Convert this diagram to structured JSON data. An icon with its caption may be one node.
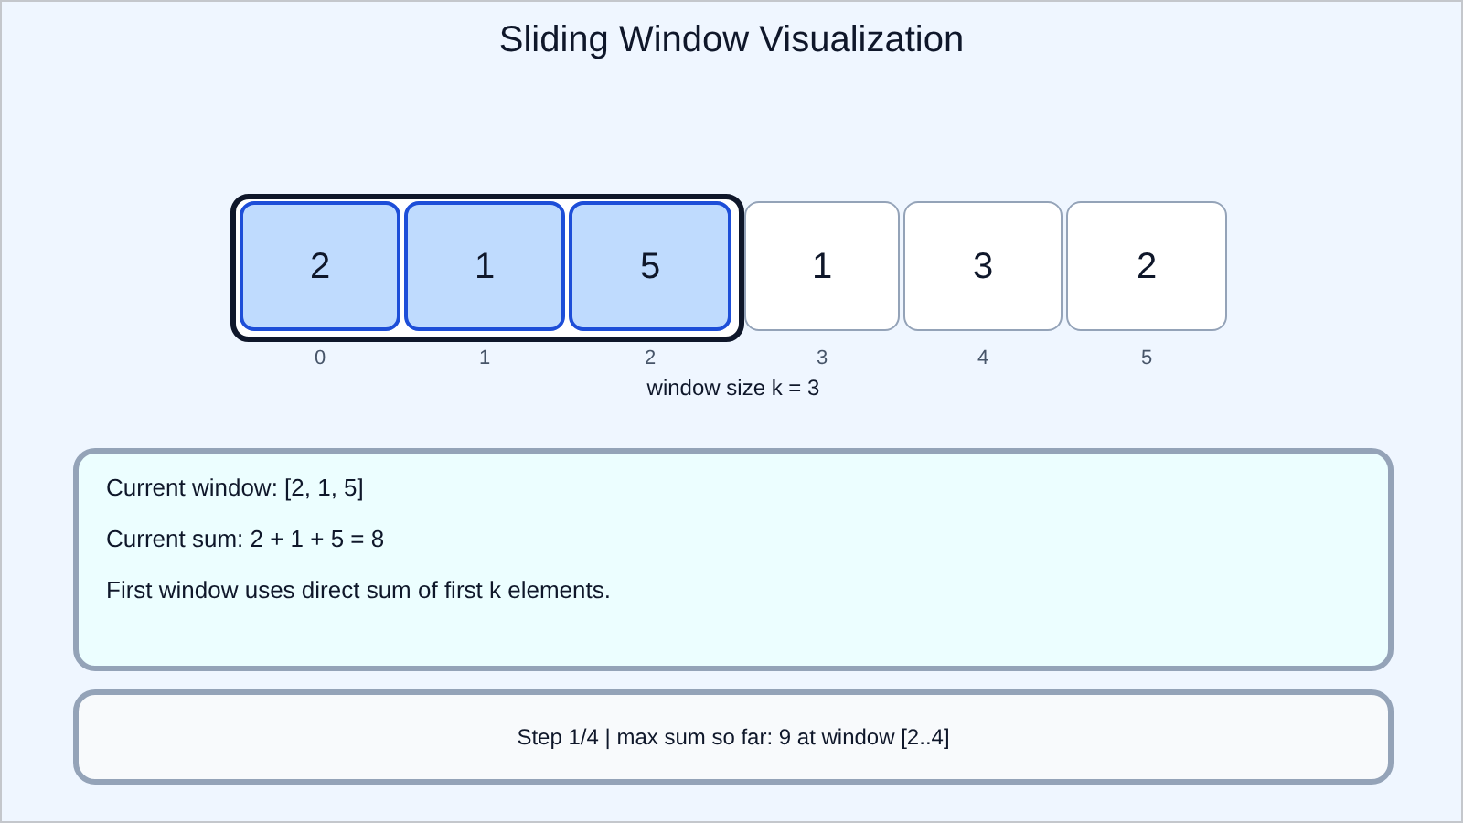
{
  "diagram": {
    "title": "Sliding Window Visualization",
    "nodes": [
      {
        "text": [],
        "shape": "box"
      },
      {
        "text": [
          "2"
        ],
        "in": 0,
        "beside": [
          "0"
        ]
      },
      {
        "text": [
          "1"
        ],
        "in": 0,
        "beside": [
          "1"
        ]
      },
      {
        "text": [
          "5"
        ],
        "in": 0,
        "beside": [
          "2"
        ]
      },
      {
        "text": [
          "1"
        ],
        "beside": [
          "3"
        ]
      },
      {
        "text": [
          "3"
        ],
        "beside": [
          "4"
        ]
      },
      {
        "text": [
          "2"
        ],
        "beside": [
          "5"
        ]
      },
      {
        "text": [
          "Current window: [2, 1, 5]",
          "Current sum: 2 + 1 + 5 = 8",
          "First window uses direct sum of first k elements."
        ]
      },
      {
        "text": [
          "Step 1/4 | max sum so far: 9 at window [2..4]"
        ]
      }
    ],
    "labels": [
      "window size k = 3"
    ]
  }
}
